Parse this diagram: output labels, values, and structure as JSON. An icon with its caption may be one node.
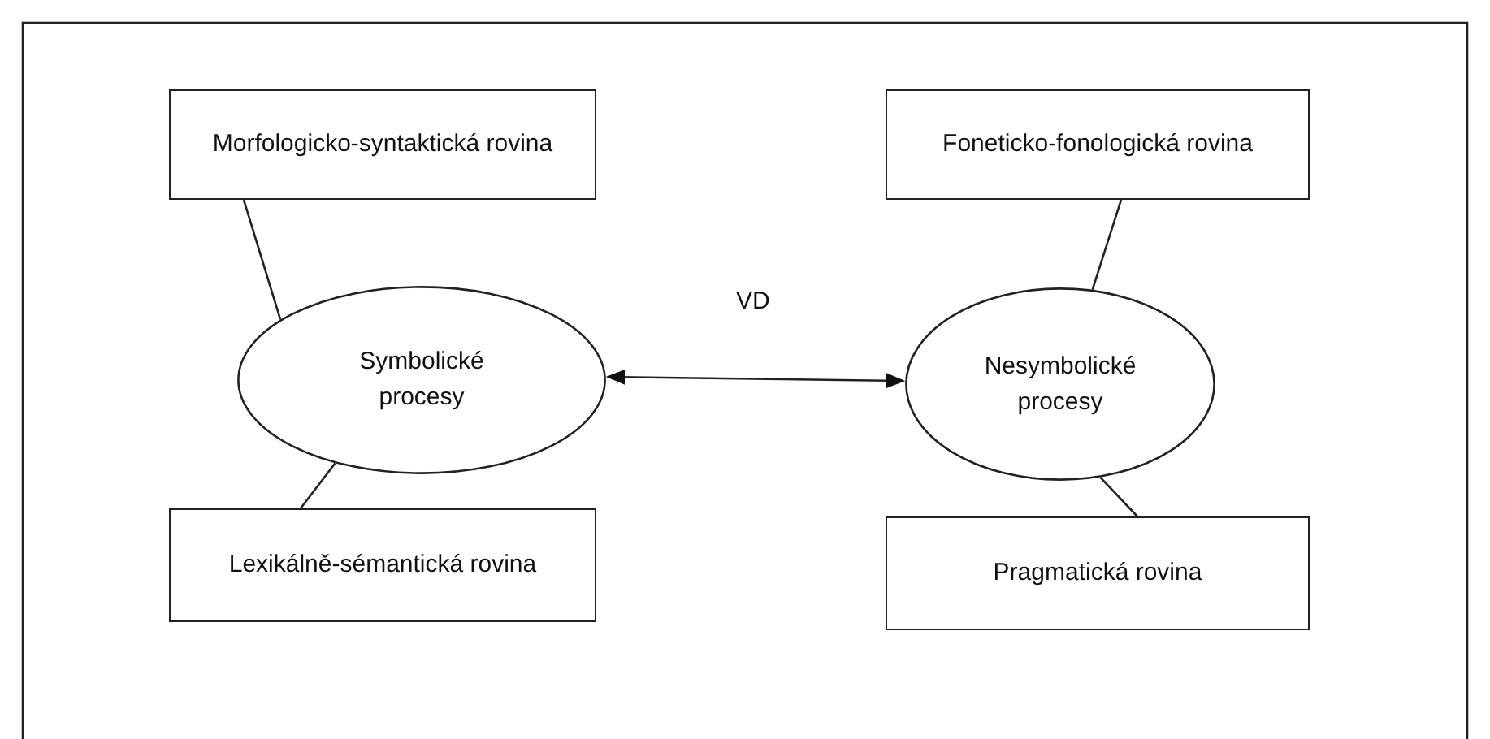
{
  "diagram": {
    "nodes": [
      {
        "text": [
          "Morfologicko-syntaktická rovina"
        ]
      },
      {
        "text": [
          "Foneticko-fonologická rovina"
        ]
      },
      {
        "text": [
          "Symbolické procesy"
        ]
      },
      {
        "text": [
          "Nesymbolické procesy"
        ]
      },
      {
        "text": [
          "Lexikálně-sémantická rovina"
        ]
      },
      {
        "text": [
          "Pragmatická rovina"
        ]
      }
    ],
    "edges": [
      {
        "from": 0,
        "to": 2,
        "arrow": "none"
      },
      {
        "from": 4,
        "to": 2,
        "arrow": "none"
      },
      {
        "from": 1,
        "to": 3,
        "arrow": "none"
      },
      {
        "from": 5,
        "to": 3,
        "arrow": "none"
      },
      {
        "from": 2,
        "to": 3,
        "arrow": "both",
        "label": "VD"
      }
    ]
  }
}
